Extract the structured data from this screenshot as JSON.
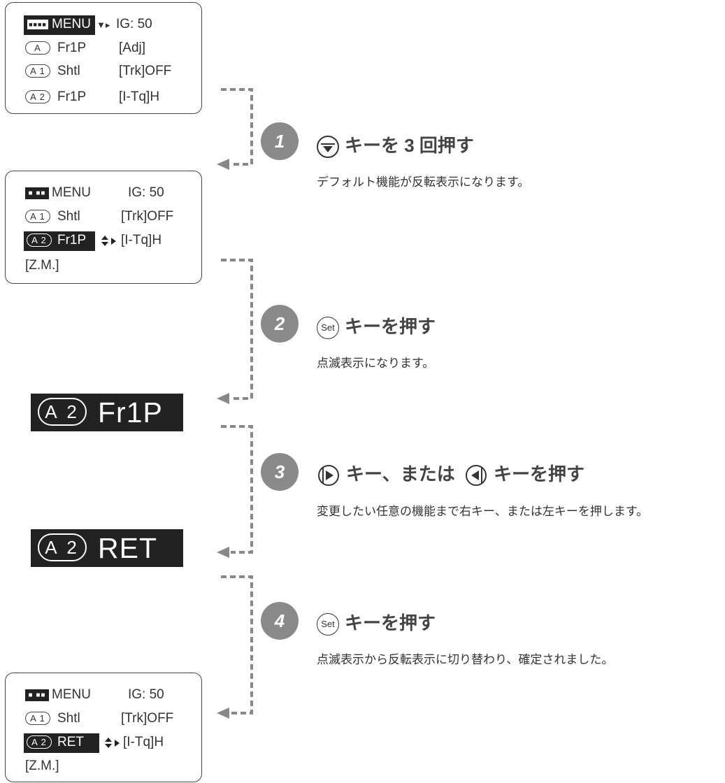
{
  "panel1": {
    "menu_chip": "■■■■",
    "menu": "MENU",
    "arrow": "▼▸",
    "ig": "IG: 50",
    "rows": [
      {
        "key": "A",
        "fn": "Fr1P",
        "val": "[Adj]"
      },
      {
        "key": "A 1",
        "fn": "Shtl",
        "val": "[Trk]OFF"
      },
      {
        "key": "A 2",
        "fn": "Fr1P",
        "val": "[I-Tq]H"
      }
    ]
  },
  "panel2": {
    "menu_chip": "■ ■■",
    "menu": "MENU",
    "ig": "IG: 50",
    "row1": {
      "key": "A 1",
      "fn": "Shtl",
      "val": "[Trk]OFF"
    },
    "row2": {
      "key": "A 2",
      "fn": "Fr1P",
      "val": "[I-Tq]H"
    },
    "row3": "[Z.M.]"
  },
  "big1": {
    "key": "A 2",
    "text": "Fr1P"
  },
  "big2": {
    "key": "A 2",
    "text": "RET"
  },
  "panel3": {
    "menu_chip": "■ ■■",
    "menu": "MENU",
    "ig": "IG: 50",
    "row1": {
      "key": "A 1",
      "fn": "Shtl",
      "val": "[Trk]OFF"
    },
    "row2": {
      "key": "A 2",
      "fn": "RET",
      "val": "[I-Tq]H"
    },
    "row3": "[Z.M.]"
  },
  "steps": [
    {
      "num": "1",
      "title": "キーを 3 回押す",
      "desc": "デフォルト機能が反転表示になります。",
      "icon": "down-key-icon"
    },
    {
      "num": "2",
      "title": "キーを押す",
      "desc": "点滅表示になります。",
      "icon": "set-key-icon",
      "icon_text": "Set"
    },
    {
      "num": "3",
      "title_a": "キー、または",
      "title_b": "キーを押す",
      "desc": "変更したい任意の機能まで右キー、または左キーを押します。",
      "icon_a": "right-key-icon",
      "icon_b": "left-key-icon"
    },
    {
      "num": "4",
      "title": "キーを押す",
      "desc": "点滅表示から反転表示に切り替わり、確定されました。",
      "icon": "set-key-icon",
      "icon_text": "Set"
    }
  ],
  "colors": {
    "step_circle": "#8a8a8a",
    "connector": "#888888",
    "lcd_inverse": "#222222"
  }
}
